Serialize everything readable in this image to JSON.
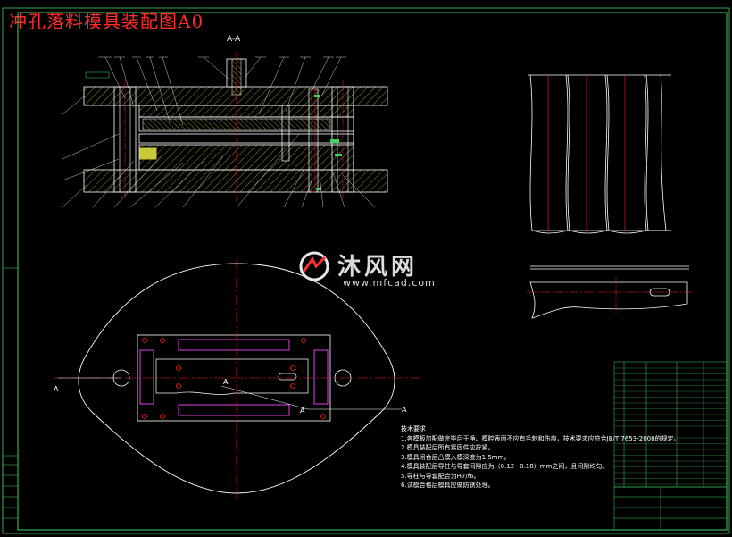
{
  "title": "冲孔落料模具装配图A0",
  "section_label": "A-A",
  "view_marks": [
    "A",
    "A",
    "A",
    "A"
  ],
  "watermark": {
    "brand": "沐风网",
    "url": "www.mfcad.com"
  },
  "tech_notes": {
    "heading": "技术要求",
    "items": [
      "1.各模板加配做完毕后干净、模腔表面不应有毛刺和伤痕，技术要求应符合JB/T 7653-2008的规定。",
      "2.模具装配后所有紧固件应拧紧。",
      "3.模具闭合后凸模入模深度为1.5mm。",
      "4.模具装配后导柱与导套间隙应为（0.12~0.18）mm之间，且间隙均匀。",
      "5.导柱与导套配合为H7/f6。",
      "6.试模合格后模具应做防锈处理。"
    ]
  },
  "colors": {
    "background": "#000000",
    "outline": "#ffffff",
    "centerline": "#ff2020",
    "hatch": "#d8d830",
    "frame": "#3fd060"
  }
}
